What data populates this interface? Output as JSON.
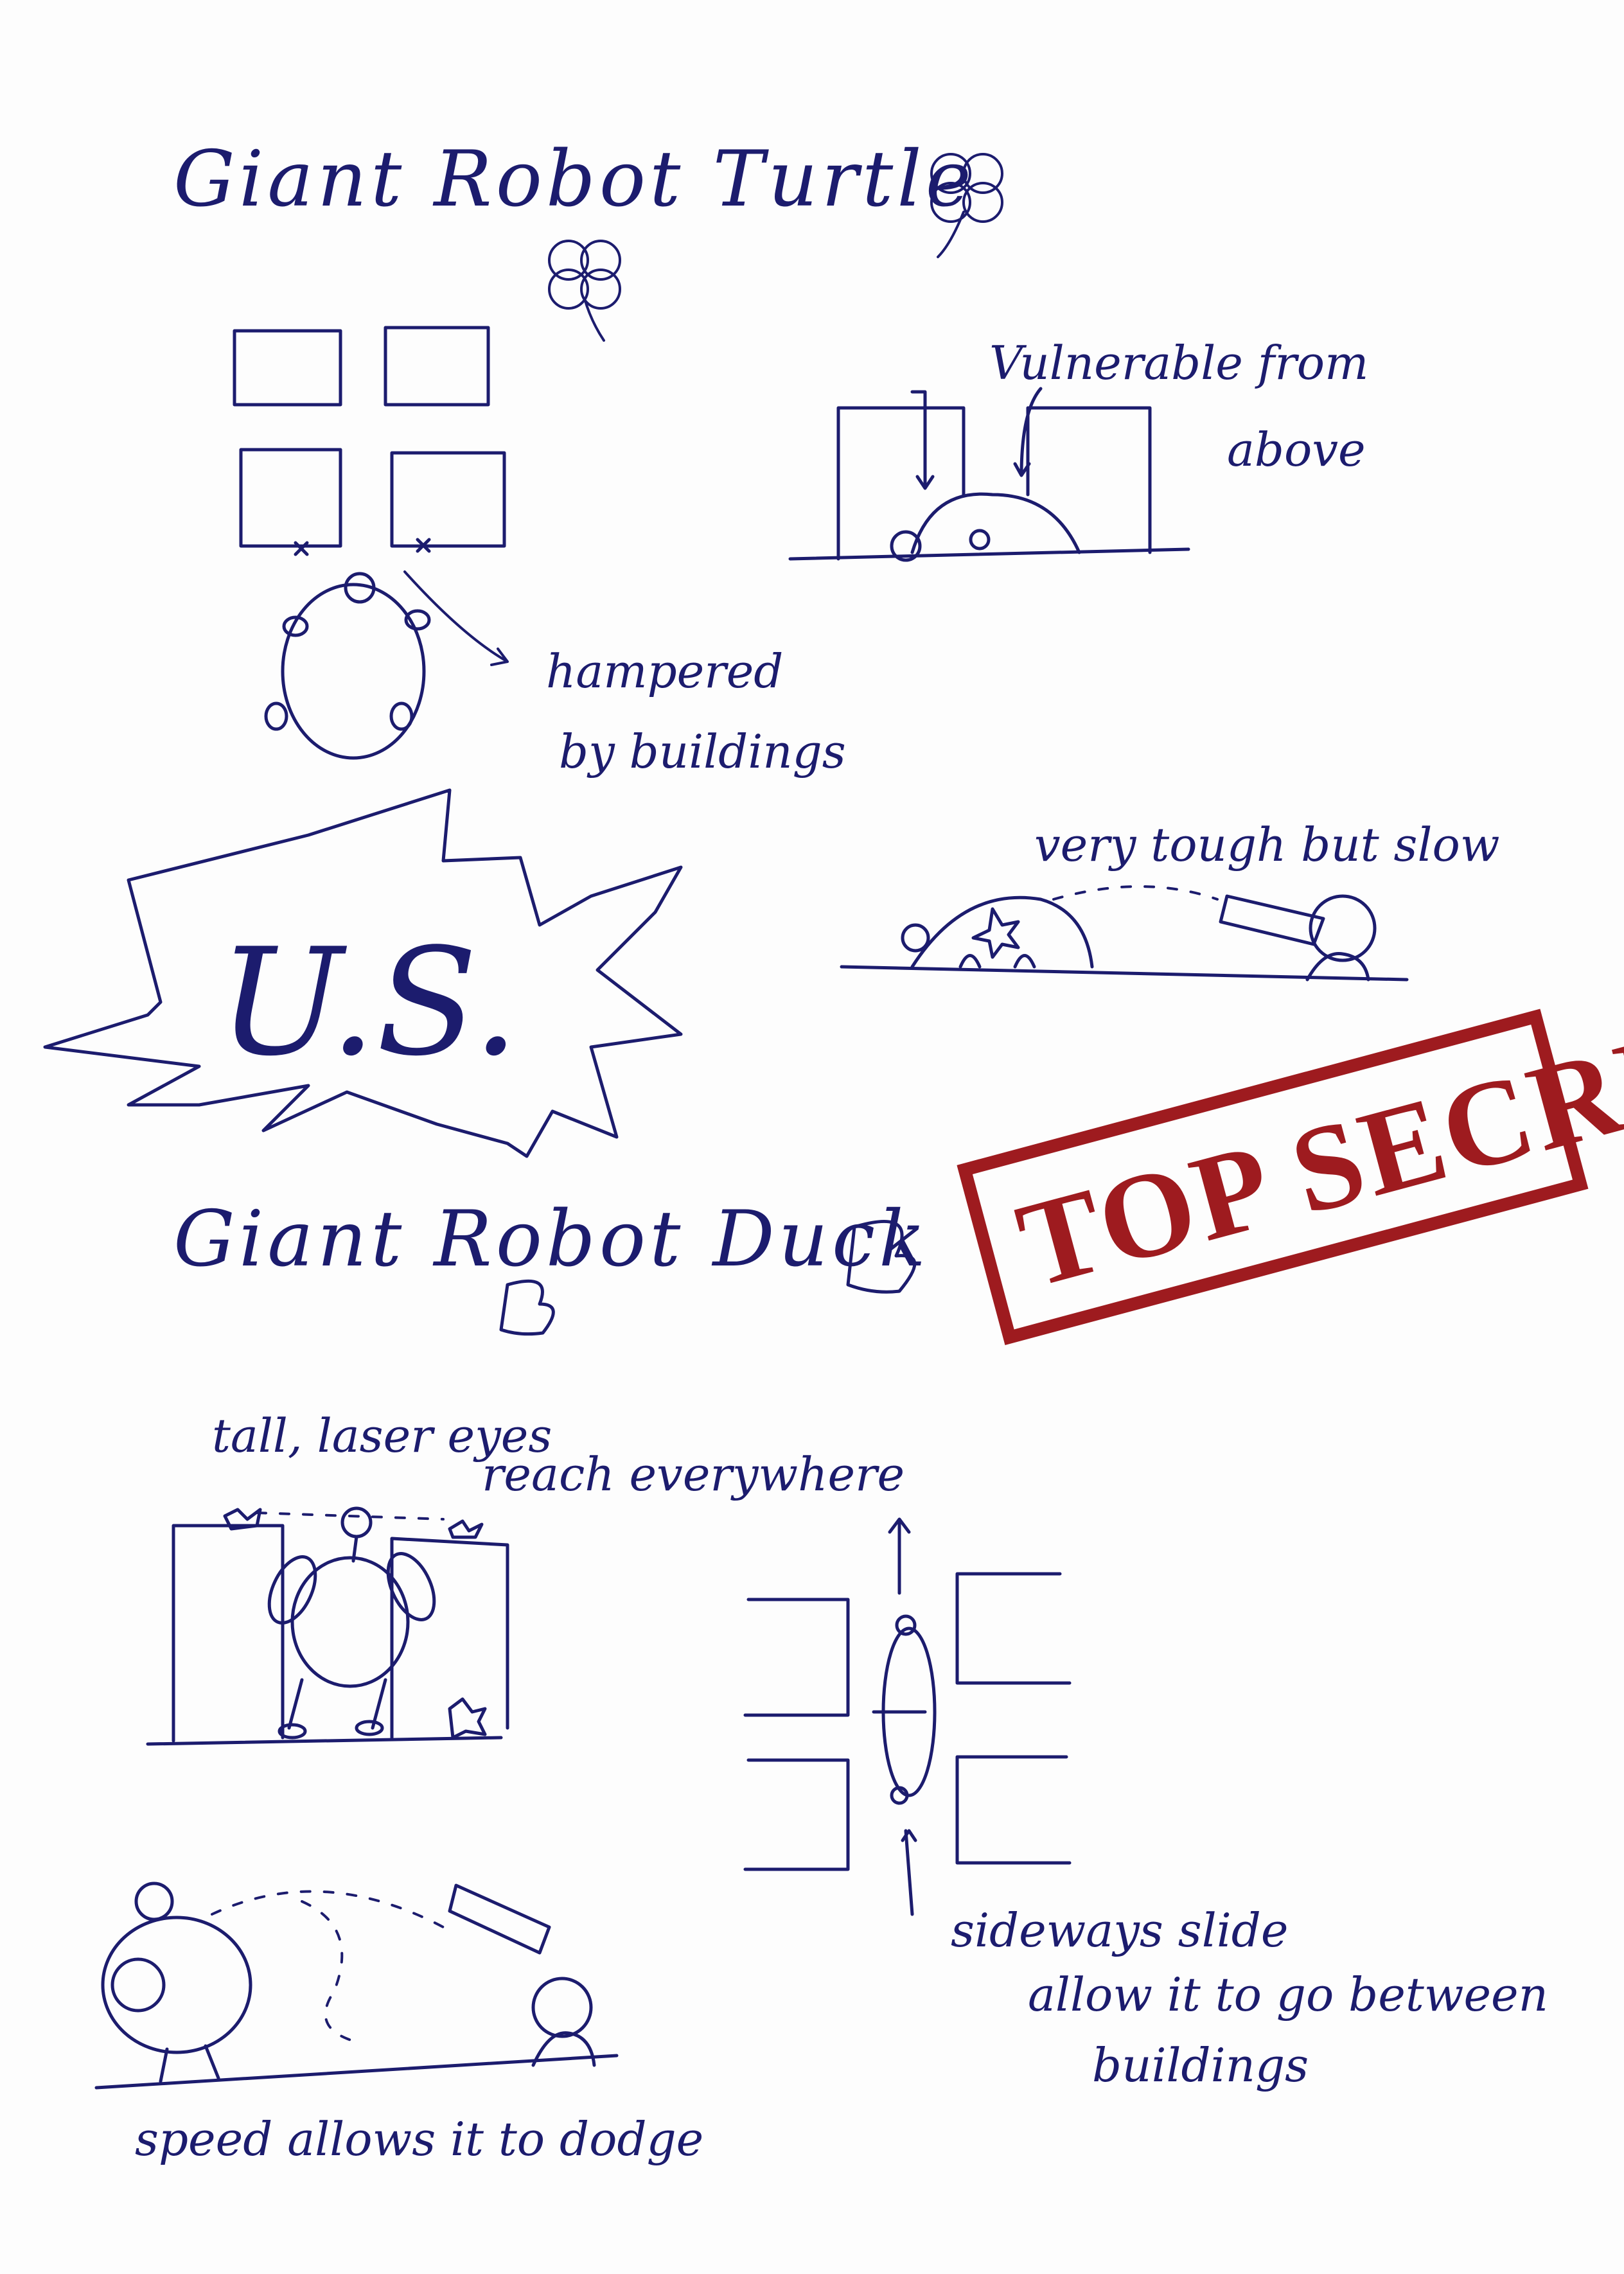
{
  "sections": {
    "turtle": {
      "title": "Giant Robot Turtle",
      "notes": {
        "vulnerable": [
          "Vulnerable from",
          "above"
        ],
        "hampered": [
          "hampered",
          "by buildings"
        ],
        "tough": "very tough but slow"
      }
    },
    "duck": {
      "title": "Giant Robot Duck",
      "notes": {
        "laser": [
          "tall, laser eyes",
          "reach everywhere"
        ],
        "sideways": [
          "sideways slide",
          "allow it to go between",
          "buildings"
        ],
        "speed": "speed allows it to dodge"
      }
    }
  },
  "badge": {
    "text": "U.S."
  },
  "stamp": {
    "text": "TOP SECRET",
    "color": "#9e1b1f"
  },
  "ink_color": "#1c1c6e"
}
